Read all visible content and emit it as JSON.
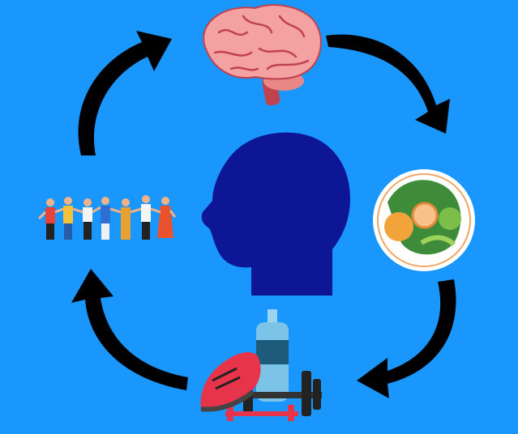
{
  "diagram": {
    "type": "cycle",
    "center": "head-silhouette",
    "nodes": [
      {
        "id": "brain",
        "icon": "brain-icon"
      },
      {
        "id": "food",
        "icon": "salad-plate-icon"
      },
      {
        "id": "exercise",
        "icon": "fitness-equipment-icon"
      },
      {
        "id": "community",
        "icon": "people-holding-hands-icon"
      }
    ],
    "arrow_direction": "clockwise"
  },
  "colors": {
    "background": "#1A97FC",
    "head": "#0D1796",
    "arrow": "#000000",
    "brain": "#F4A1A1",
    "brain_lines": "#C0424E"
  }
}
